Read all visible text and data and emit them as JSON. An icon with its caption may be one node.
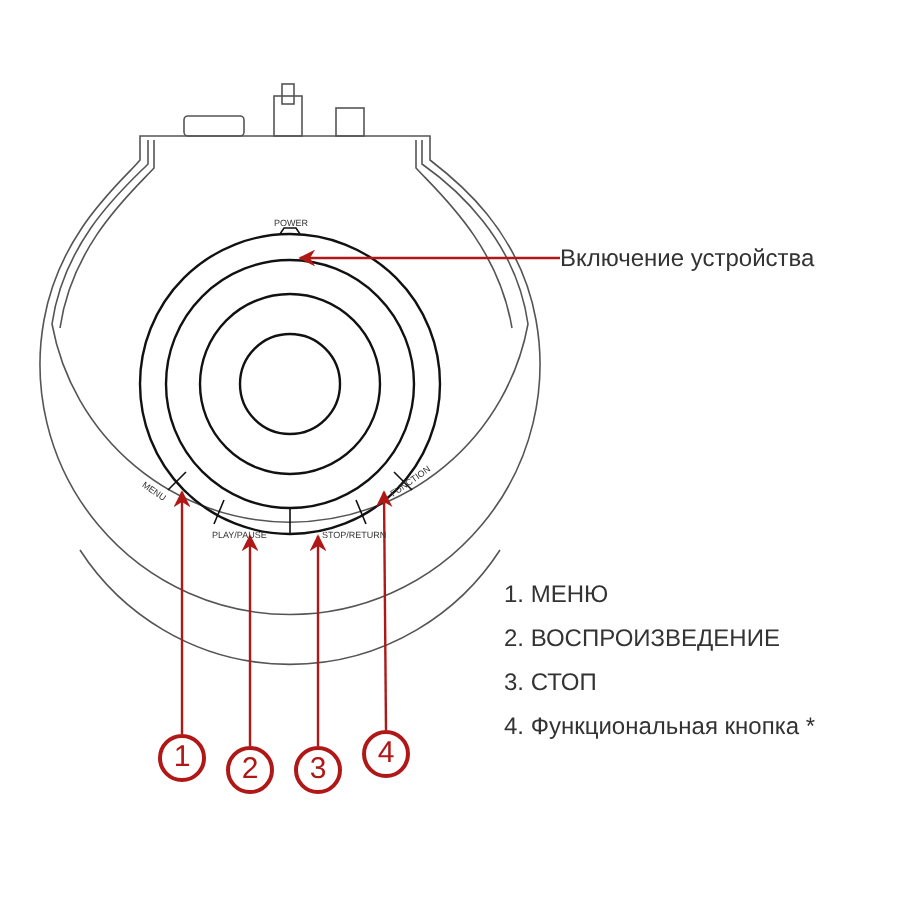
{
  "diagram": {
    "nodes": [
      {
        "text": [
          "Включение устройства"
        ]
      },
      {
        "text": [
          "1"
        ]
      },
      {
        "text": [
          "2"
        ]
      },
      {
        "text": [
          "3"
        ]
      },
      {
        "text": [
          "4"
        ]
      },
      {
        "text": [
          "POWER"
        ]
      },
      {
        "text": [
          "MENU"
        ]
      },
      {
        "text": [
          "PLAY/PAUSE"
        ]
      },
      {
        "text": [
          "STOP/RETURN"
        ]
      },
      {
        "text": [
          "FUNCTION"
        ]
      }
    ],
    "edges": [
      {
        "from": 0,
        "to": 5,
        "arrow": "to"
      },
      {
        "from": 1,
        "to": 6,
        "arrow": "to"
      },
      {
        "from": 2,
        "to": 7,
        "arrow": "to"
      },
      {
        "from": 3,
        "to": 8,
        "arrow": "to"
      },
      {
        "from": 4,
        "to": 9,
        "arrow": "to"
      }
    ],
    "labels": [
      "1. МЕНЮ",
      "2. ВОСПРОИЗВЕДЕНИЕ",
      "3. СТОП",
      "4. Функциональная кнопка *"
    ]
  }
}
